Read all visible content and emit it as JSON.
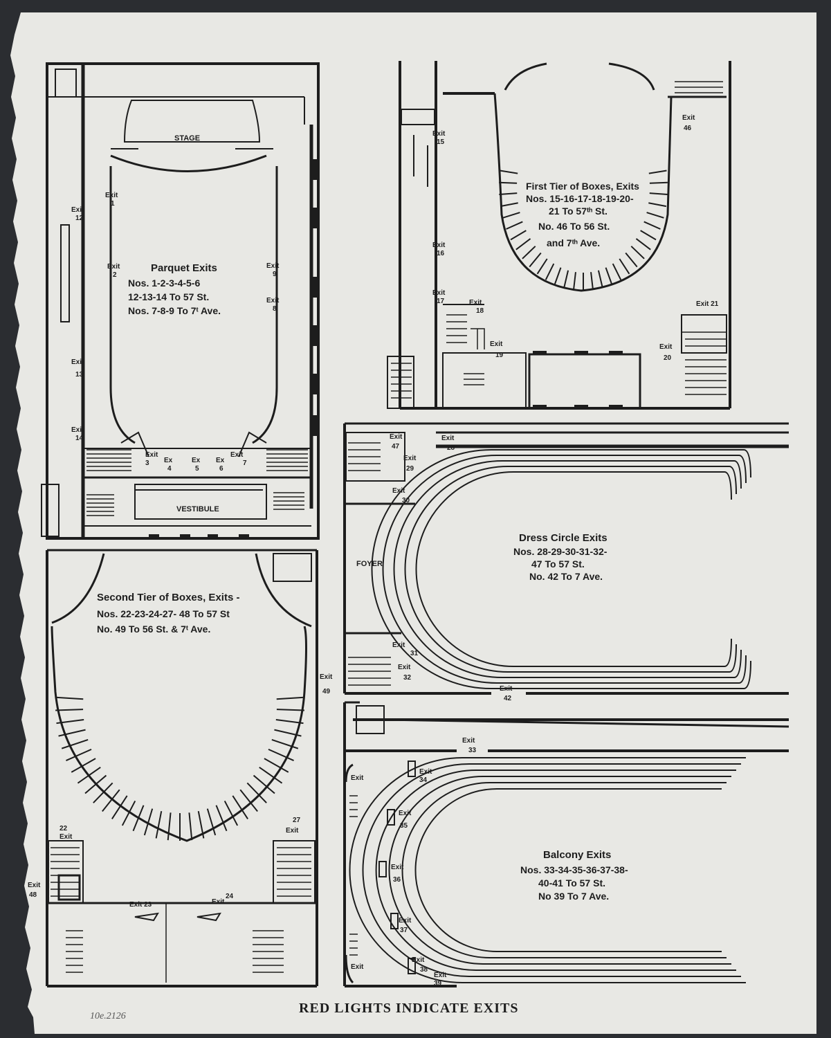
{
  "parquet": {
    "stage": "STAGE",
    "vestibule": "VESTIBULE",
    "title": "Parquet Exits",
    "line1": "Nos. 1-2-3-4-5-6",
    "line2": "12-13-14 To 57 St.",
    "line3": "Nos. 7-8-9 To 7ᵗ Ave.",
    "exits": {
      "e1": [
        "Exit",
        "1"
      ],
      "e2": [
        "Exit",
        "2"
      ],
      "e12": [
        "Exit",
        "12"
      ],
      "e13": [
        "Exit",
        "13"
      ],
      "e14": [
        "Exit",
        "14"
      ],
      "e9": [
        "Exit",
        "9"
      ],
      "e8": [
        "Exit",
        "8"
      ],
      "e3": [
        "Exit",
        "3"
      ],
      "e4": [
        "Ex",
        "4"
      ],
      "e5": [
        "Ex",
        "5"
      ],
      "e6": [
        "Ex",
        "6"
      ],
      "e7": [
        "Exit",
        "7"
      ]
    }
  },
  "first_tier": {
    "title": "First Tier of Boxes, Exits",
    "line1": "Nos. 15-16-17-18-19-20-",
    "line2": "21 To 57ᵗʰ St.",
    "line3": "No. 46 To 56 St.",
    "line4": "and 7ᵗʰ Ave.",
    "exits": {
      "e15": [
        "Exit",
        "15"
      ],
      "e16": [
        "Exit",
        "16"
      ],
      "e17": [
        "Exit",
        "17"
      ],
      "e18": [
        "Exit",
        "18"
      ],
      "e19": [
        "Exit",
        "19"
      ],
      "e20": [
        "Exit",
        "20"
      ],
      "e21": [
        "Exit 21",
        ""
      ],
      "e46": [
        "Exit",
        "46"
      ]
    }
  },
  "dress_circle": {
    "foyer": "FOYER",
    "title": "Dress Circle Exits",
    "line1": "Nos. 28-29-30-31-32-",
    "line2": "47 To 57 St.",
    "line3": "No. 42 To 7 Ave.",
    "exits": {
      "e47": [
        "Exit",
        "47"
      ],
      "e28": [
        "Exit",
        "28"
      ],
      "e29": [
        "Exit",
        "29"
      ],
      "e30": [
        "Exit",
        "30"
      ],
      "e31": [
        "Exit",
        "31"
      ],
      "e32": [
        "Exit",
        "32"
      ],
      "e42": [
        "Exit",
        "42"
      ]
    }
  },
  "second_tier": {
    "title": "Second Tier of Boxes, Exits -",
    "line1": "Nos. 22-23-24-27- 48 To 57 St",
    "line2": "No. 49 To 56 St. & 7ᵗ Ave.",
    "exits": {
      "e22": [
        "22",
        "Exit"
      ],
      "e27": [
        "27",
        "Exit"
      ],
      "e48": [
        "Exit",
        "48"
      ],
      "e49": [
        "Exit",
        "49"
      ],
      "e23": [
        "Exit 23",
        ""
      ],
      "e24": [
        "Exit",
        "24"
      ]
    }
  },
  "balcony": {
    "title": "Balcony Exits",
    "line1": "Nos. 33-34-35-36-37-38-",
    "line2": "40-41 To 57 St.",
    "line3": "No 39 To 7 Ave.",
    "exits": {
      "e33": [
        "Exit",
        "33"
      ],
      "e34": [
        "Exit",
        "34"
      ],
      "e35": [
        "Exit",
        "35"
      ],
      "e36": [
        "Exit",
        "36"
      ],
      "e37": [
        "Exit",
        "37"
      ],
      "e38": [
        "Exit",
        "38"
      ],
      "e39": [
        "Exit",
        "39"
      ],
      "eL1": [
        "Exit",
        ""
      ],
      "eL2": [
        "Exit",
        ""
      ]
    }
  },
  "footer": "RED LIGHTS INDICATE EXITS",
  "handwritten_note": "10e.2126",
  "colors": {
    "paper": "#e8e8e4",
    "ink": "#1d1d1d",
    "background": "#2b2d31"
  }
}
